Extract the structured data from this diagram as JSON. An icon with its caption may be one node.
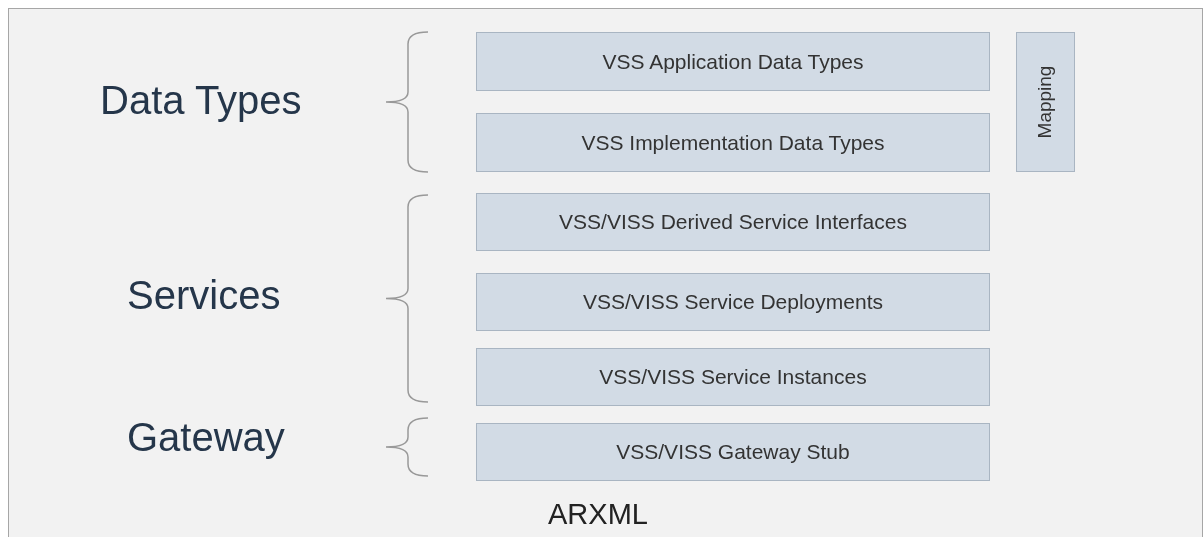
{
  "diagram": {
    "nodes": [
      {
        "text": [
          "VSS Application Data Types"
        ]
      },
      {
        "text": [
          "VSS Implementation Data Types"
        ]
      },
      {
        "text": [
          "VSS/VISS Derived Service Interfaces"
        ]
      },
      {
        "text": [
          "VSS/VISS Service Deployments"
        ]
      },
      {
        "text": [
          "VSS/VISS Service Instances"
        ]
      },
      {
        "text": [
          "VSS/VISS Gateway Stub"
        ]
      },
      {
        "text": [
          "Mapping"
        ]
      }
    ],
    "edges": [],
    "labels": [
      "Data Types",
      "Services",
      "Gateway",
      "ARXML"
    ]
  }
}
